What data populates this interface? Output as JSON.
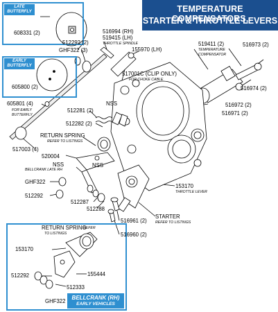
{
  "title": {
    "line1": "TEMPERATURE COMPENSATORS,",
    "line2": "STARTER & THROTTLE LEVERS"
  },
  "insets": {
    "late": {
      "tag_l1": "LATE",
      "tag_l2": "BUTTERFLY",
      "part": "608331 (2)"
    },
    "early": {
      "tag_l1": "EARLY",
      "tag_l2": "BUTTERFLY",
      "part": "605800 (2)"
    },
    "bellcrank": {
      "tag_l1": "BELLCRANK (RH)",
      "tag_l2": "EARLY VEHICLES"
    }
  },
  "parts": {
    "p512292_top": "512292 (2)",
    "pGHF322_top": "GHF322 (3)",
    "p516994": "516994 (RH)",
    "p519415": "519415 (LH)",
    "throttle_spindle": "THROTTLE SPINDLE",
    "p155970": "155970 (LH)",
    "p519411": "519411 (2)",
    "temp_comp_1": "TEMPERATURE",
    "temp_comp_2": "COMPENSATOR",
    "p516973": "516973 (2)",
    "p517001C": "517001C (CLIP ONLY)",
    "for_choke": "FOR CHOKE CABLE",
    "p516974": "516974 (2)",
    "p605801": "605801 (4)",
    "for_early_1": "FOR EARLY",
    "for_early_2": "BUTTERFLY",
    "nss_top": "NSS",
    "p512281": "512281 (2)",
    "p516972": "516972 (2)",
    "p516971": "516971 (2)",
    "p512282": "512282 (2)",
    "return_spring": "RETURN SPRING",
    "refer_listings_1": "REFER TO LISTINGS",
    "p517003": "517003 (4)",
    "p520004": "520004",
    "nss_mid": "NSS",
    "nss_left": "NSS",
    "bellcrank_late": "BELLCRANK LATE RH",
    "pGHF322_mid": "GHF322",
    "p512292_mid": "512292",
    "p153170_main": "153170",
    "throttle_lever": "THROTTLE LEVER",
    "p512287": "512287",
    "p512288": "512288",
    "starter": "STARTER",
    "refer_listings_2": "REFER TO LISTINGS",
    "p516961": "516961 (2)",
    "p516960": "516960 (2)",
    "return_spring_inset": "RETURN SPRING",
    "refer_inset_1": "REFER",
    "refer_inset_2": "TO LISTINGS",
    "p153170_inset": "153170",
    "p155444": "155444",
    "p512292_inset": "512292",
    "p512333": "512333",
    "pGHF322_inset": "GHF322"
  },
  "colors": {
    "title_bg": "#1b4f8f",
    "inset_border": "#2e8fd0",
    "line": "#000000"
  }
}
